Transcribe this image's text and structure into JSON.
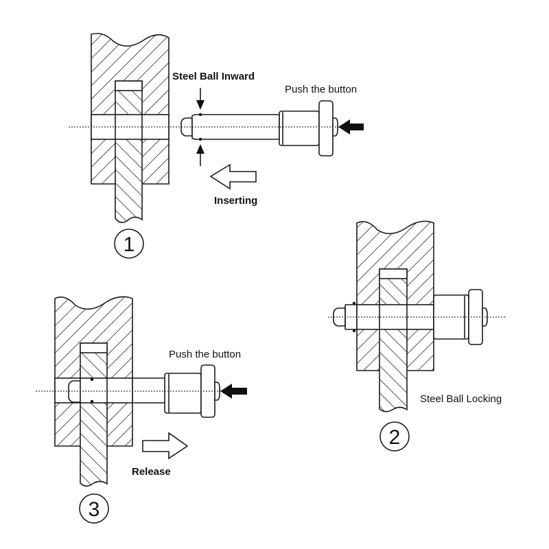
{
  "diagram": {
    "title": "Ball lock pin operation",
    "steps": [
      {
        "number": "1",
        "labels": {
          "ball": "Steel Ball Inward",
          "button": "Push the button",
          "motion": "Inserting"
        }
      },
      {
        "number": "2",
        "labels": {
          "ball": "Steel Ball Locking"
        }
      },
      {
        "number": "3",
        "labels": {
          "button": "Push the button",
          "motion": "Release"
        }
      }
    ],
    "colors": {
      "line": "#1a1a1a",
      "background": "#ffffff"
    }
  }
}
